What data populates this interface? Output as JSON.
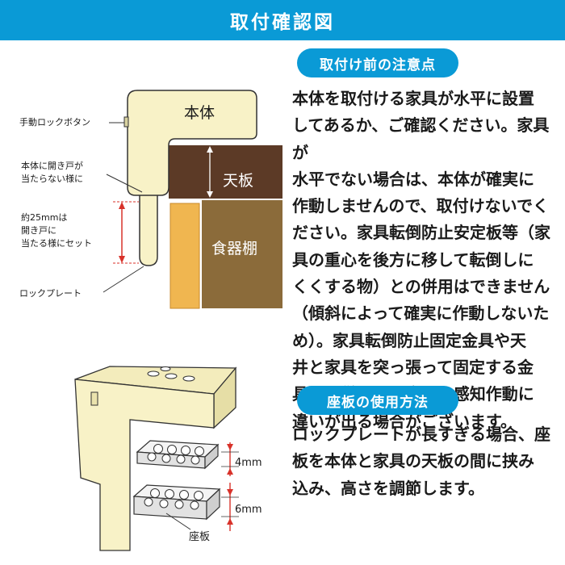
{
  "header": {
    "title": "取付確認図"
  },
  "sections": [
    {
      "heading": "取付け前の注意点",
      "body": "本体を取付ける家具が水平に設置\nしてあるか、ご確認ください。家具が\n水平でない場合は、本体が確実に\n作動しませんので、取付けないでく\nださい。家具転倒防止安定板等（家\n具の重心を後方に移して転倒しに\nくくする物）との併用はできません\n（傾斜によって確実に作動しないた\nめ）。家具転倒防止固定金具や天\n井と家具を突っ張って固定する金\n具との併用の場合は、感知作動に\n違いが出る場合がございます。"
    },
    {
      "heading": "座板の使用方法",
      "body": "ロックプレートが長すぎる場合、座\n板を本体と家具の天板の間に挟み\n込み、高さを調節します。"
    }
  ],
  "diagram1": {
    "body_label": "本体",
    "top_board_label": "天板",
    "cabinet_label": "食器棚",
    "manual_lock_button": "手動ロックボタン",
    "door_clearance": "本体に開き戸が\n当たらない様に",
    "gap_note": "約25mmは\n開き戸に\n当たる様にセット",
    "lock_plate": "ロックプレート",
    "colors": {
      "body": "#f8f2c7",
      "top_board": "#5c3a26",
      "cabinet": "#8b6b3a",
      "door": "#f0b650"
    }
  },
  "diagram2": {
    "dim_upper": "4mm",
    "dim_lower": "6mm",
    "spacer_label": "座板"
  }
}
